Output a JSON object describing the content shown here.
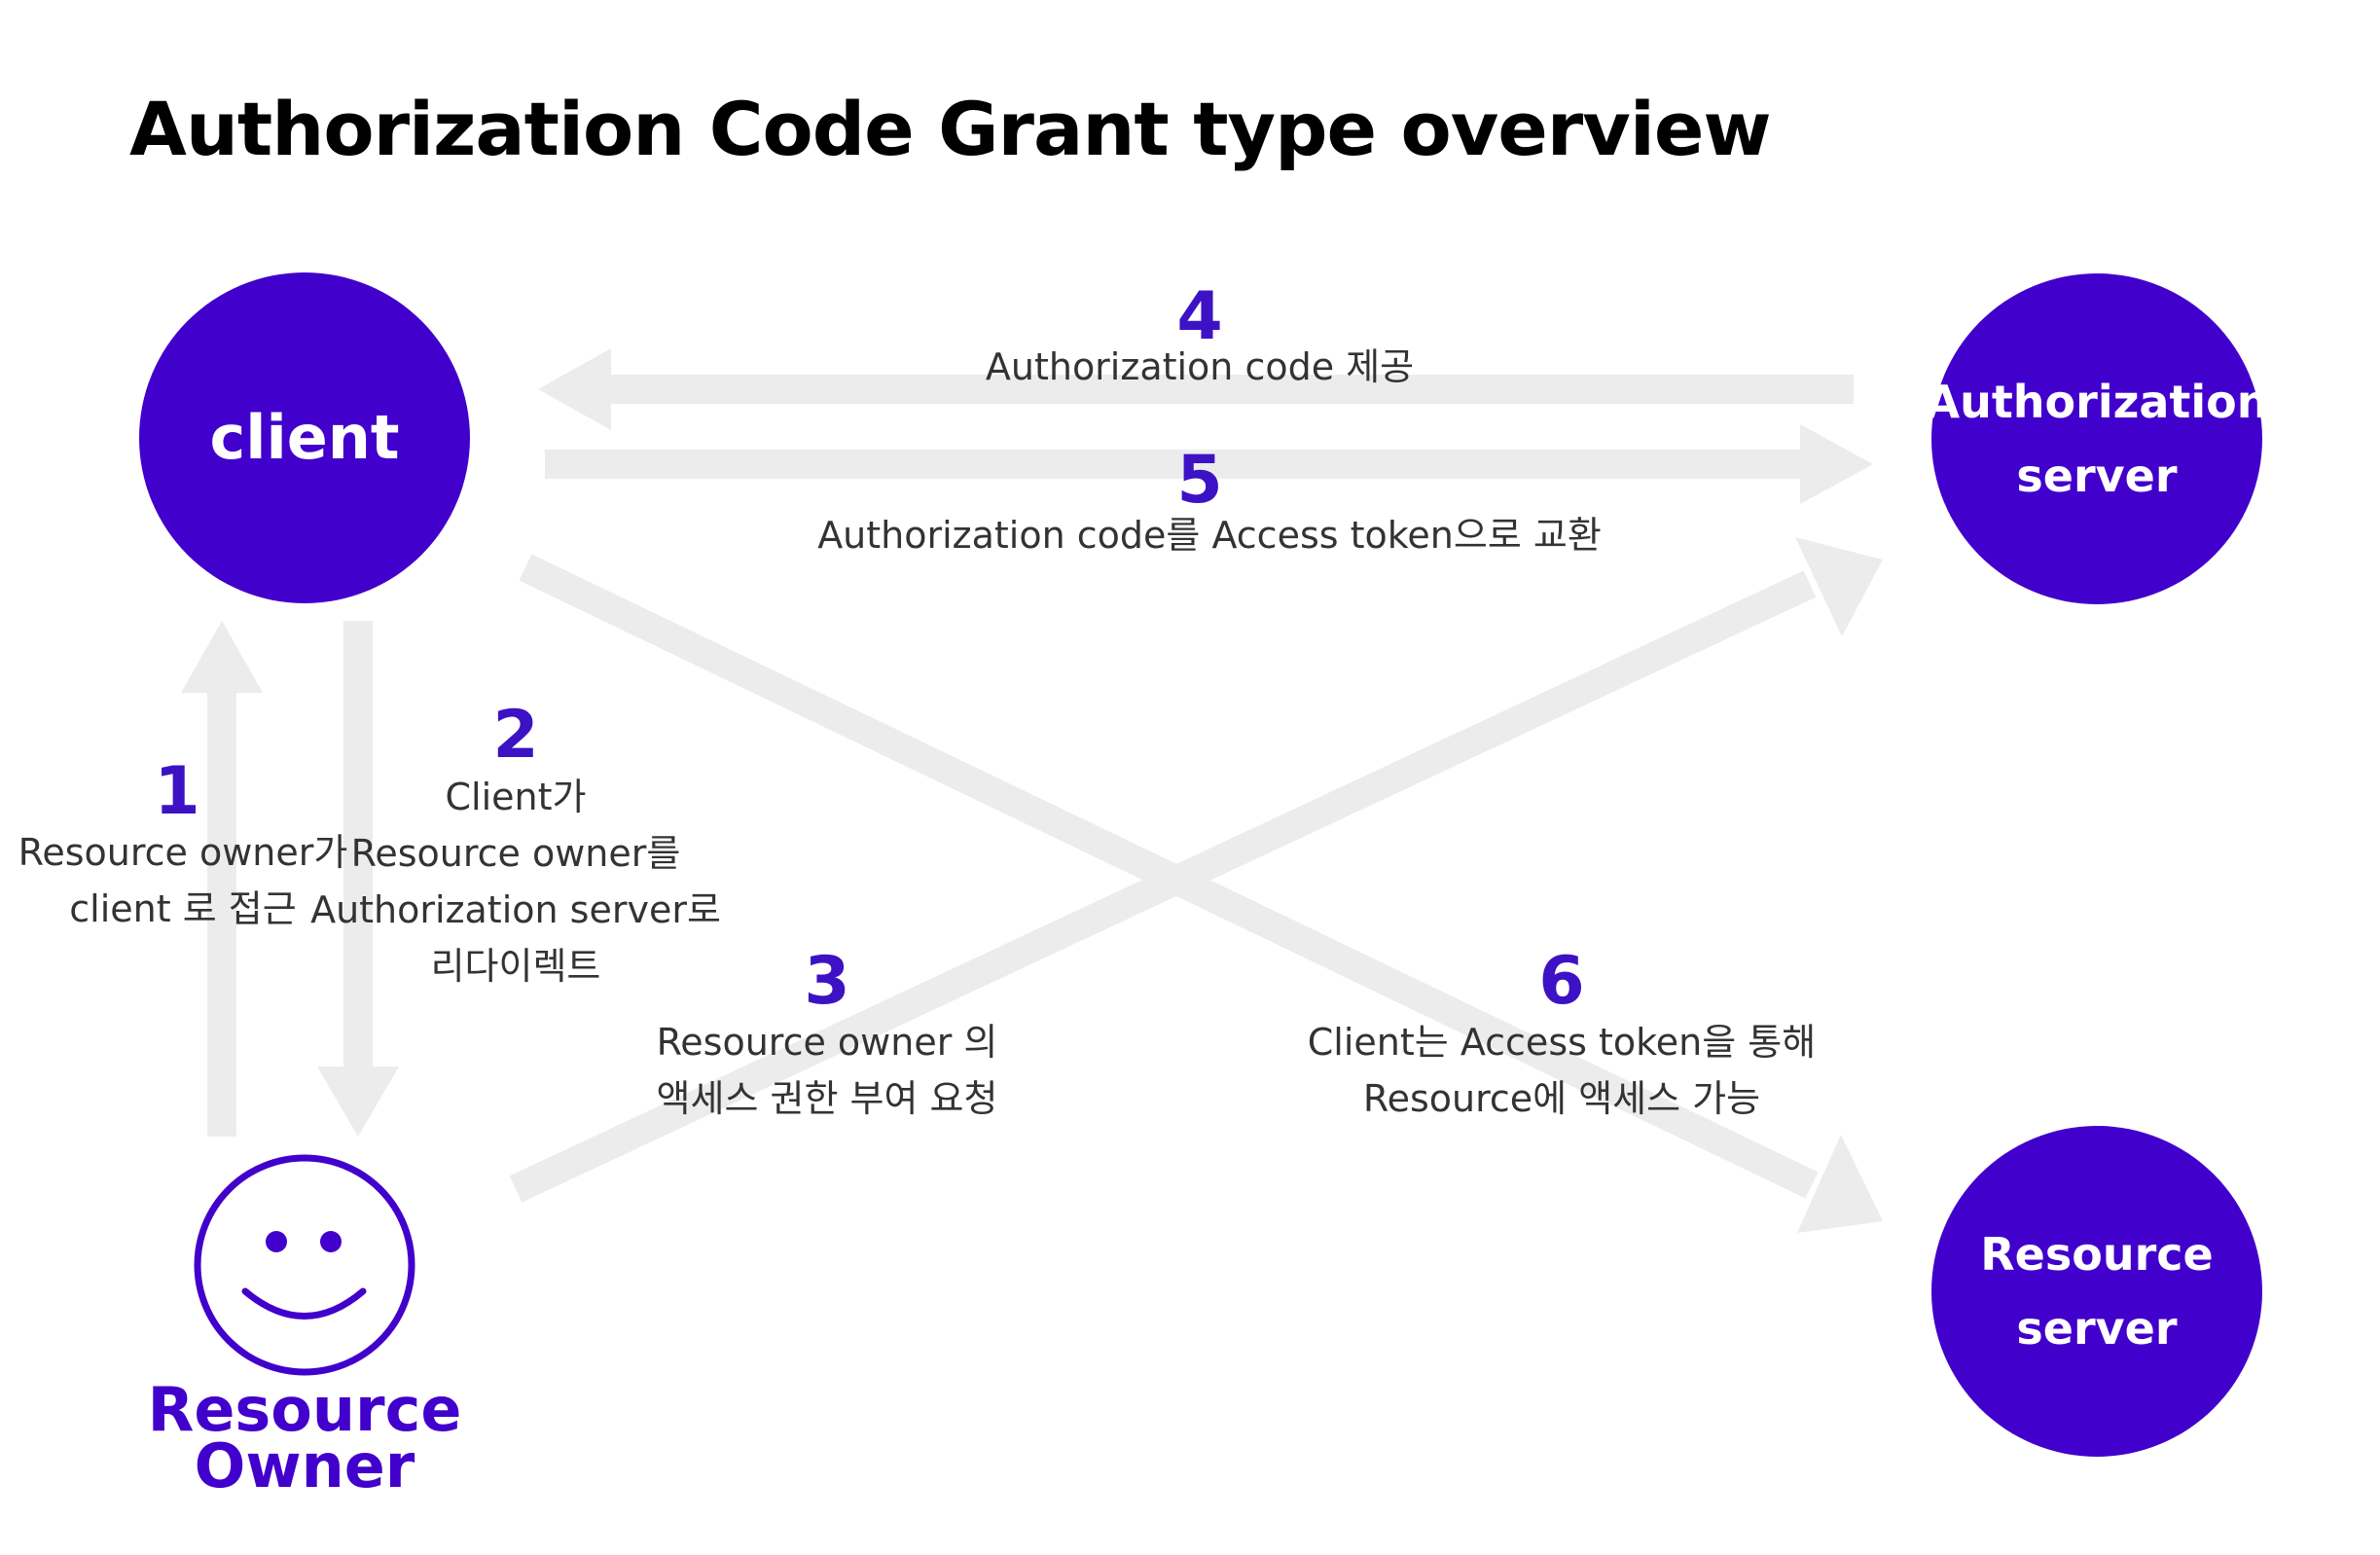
{
  "title": "Authorization Code Grant type overview",
  "nodes": {
    "client": {
      "label": "client"
    },
    "authorization_server": {
      "label_line1": "Authorization",
      "label_line2": "server"
    },
    "resource_server": {
      "label_line1": "Resource",
      "label_line2": "server"
    },
    "resource_owner": {
      "label_line1": "Resource",
      "label_line2": "Owner",
      "icon": "smiley-face-icon"
    }
  },
  "steps": [
    {
      "number": "1",
      "lines": [
        "Resource owner가",
        "client 로 접근"
      ]
    },
    {
      "number": "2",
      "lines": [
        "Client가",
        "Resource owner를",
        "Authorization server로",
        "리다이렉트"
      ]
    },
    {
      "number": "3",
      "lines": [
        "Resource owner 의",
        "액세스 권한 부여 요청"
      ]
    },
    {
      "number": "4",
      "lines": [
        "Authorization code 제공"
      ]
    },
    {
      "number": "5",
      "lines": [
        "Authorization code를 Access token으로 교환"
      ]
    },
    {
      "number": "6",
      "lines": [
        "Client는 Access token을 통해",
        "Resource에 액세스 가능"
      ]
    }
  ],
  "colors": {
    "node_fill": "#4200cc",
    "node_text": "#ffffff",
    "step_number": "#3d12c4",
    "arrow": "#ececec",
    "owner_label": "#4200cc"
  }
}
